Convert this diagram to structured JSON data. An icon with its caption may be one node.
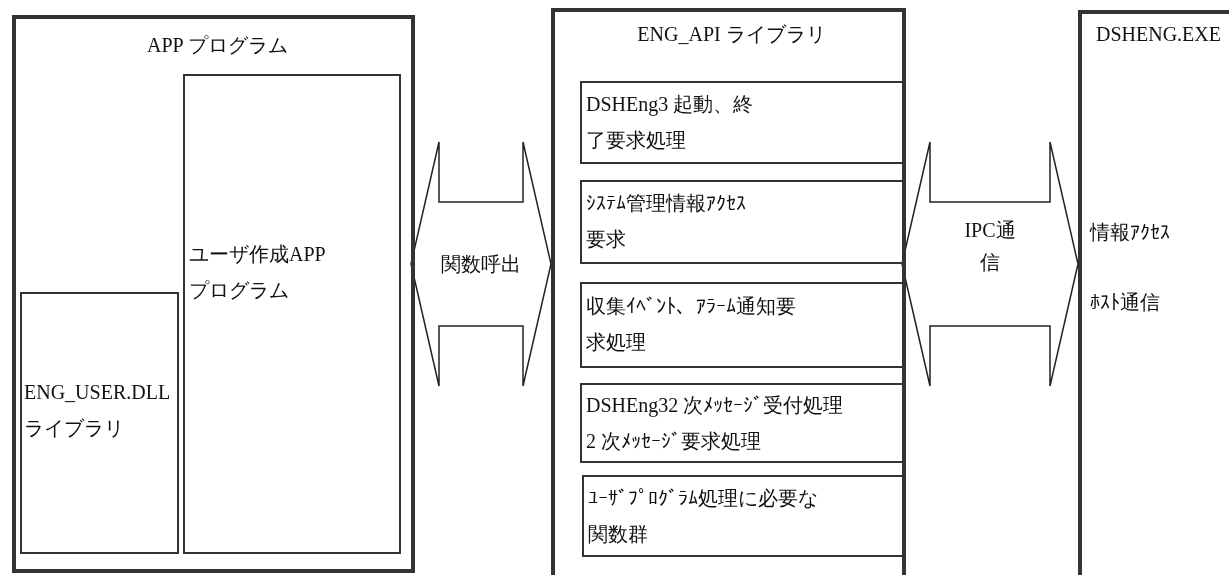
{
  "diagram": {
    "nodes": [
      {
        "text": [
          "APP プログラム"
        ]
      },
      {
        "text": [
          "ユーザ作成APP プログラム"
        ],
        "in": 0
      },
      {
        "text": [
          "ENG_USER.DLLライブラリ"
        ],
        "in": 0
      },
      {
        "text": [
          "ENG_API ライブラリ"
        ]
      },
      {
        "text": [
          "DSHEng3 起動、終了要求処理"
        ],
        "in": 3
      },
      {
        "text": [
          "ｼｽﾃﾑ管理情報ｱｸｾｽ要求"
        ],
        "in": 3
      },
      {
        "text": [
          "収集ｲﾍﾞﾝﾄ、ｱﾗｰﾑ通知要求処理"
        ],
        "in": 3
      },
      {
        "text": [
          "DSHEng32 次ﾒｯｾｰｼﾞ受付処理2 次ﾒｯｾｰｼﾞ要求処理"
        ],
        "in": 3
      },
      {
        "text": [
          "ﾕｰｻﾞﾌﾟﾛｸﾞﾗﾑ処理に必要な関数群"
        ],
        "in": 3
      },
      {
        "text": [
          "DSHENG.EXE",
          "情報ｱｸｾｽ",
          "ﾎｽﾄ通信"
        ]
      }
    ],
    "edges": [
      {
        "from": 0,
        "to": 3,
        "arrow": "both",
        "label": "関数呼出"
      },
      {
        "from": 3,
        "to": 9,
        "arrow": "both",
        "label": "IPC通信"
      }
    ]
  }
}
